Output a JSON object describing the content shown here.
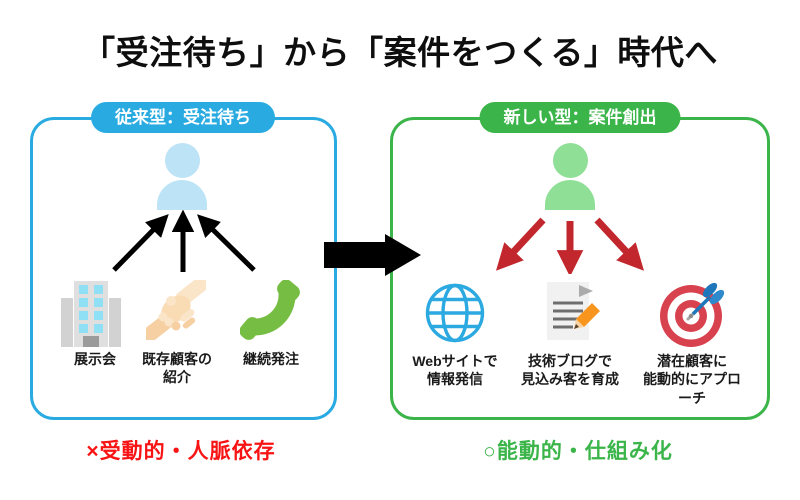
{
  "title": "「受注待ち」から「案件をつくる」時代へ",
  "colors": {
    "left_accent": "#29ABE2",
    "right_accent": "#3BB54A",
    "left_person": "#BCE3F6",
    "right_person": "#90DF97",
    "inbound_arrows": "#000000",
    "outbound_arrows": "#C1272D",
    "flow_arrow": "#000000",
    "left_caption_color": "#F81414",
    "right_caption_color": "#3BB54A"
  },
  "left_panel": {
    "header": "従来型：受注待ち",
    "person_icon": "person-icon",
    "items": [
      {
        "icon": "building-icon",
        "label": "展示会"
      },
      {
        "icon": "handshake-icon",
        "label": "既存顧客の\n紹介"
      },
      {
        "icon": "phone-icon",
        "label": "継続発注"
      }
    ],
    "caption": "×受動的・人脈依存"
  },
  "right_panel": {
    "header": "新しい型：案件創出",
    "person_icon": "person-icon",
    "items": [
      {
        "icon": "globe-icon",
        "label": "Webサイトで\n情報発信"
      },
      {
        "icon": "document-pencil-icon",
        "label": "技術ブログで\n見込み客を育成"
      },
      {
        "icon": "target-dart-icon",
        "label": "潜在顧客に\n能動的にアプローチ"
      }
    ],
    "caption": "○能動的・仕組み化"
  }
}
